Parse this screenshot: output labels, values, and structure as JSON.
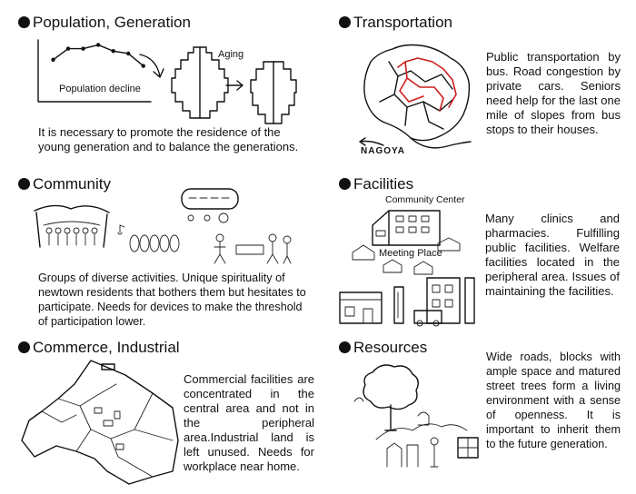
{
  "sections": {
    "population": {
      "title": "Population, Generation",
      "chart_label": "Population decline",
      "aging_label": "Aging",
      "description": "It is necessary to promote the residence of the young generation and to balance the generations."
    },
    "transportation": {
      "title": "Transportation",
      "map_label": "NAGOYA",
      "description": "Public transportation by bus. Road congestion by private cars. Seniors need help for the last one mile of slopes from bus stops to their houses."
    },
    "community": {
      "title": "Community",
      "description": "Groups of diverse activities. Unique spirituality of newtown residents that bothers them but hesitates to participate. Needs for devices to make the threshold of participation lower."
    },
    "facilities": {
      "title": "Facilities",
      "center_label": "Community Center",
      "meeting_label": "Meeting Place",
      "description": "Many clinics and pharmacies. Fulfilling public facilities. Welfare facilities located in the peripheral area. Issues of maintaining the facilities."
    },
    "commerce": {
      "title": "Commerce, Industrial",
      "description": "Commercial facilities are concentrated in the central area and not in the peripheral area.Industrial land is left unused. Needs for workplace near home."
    },
    "resources": {
      "title": "Resources",
      "description": "Wide roads, blocks with ample space and matured street trees form a living environment with a sense of openness. It is important to inherit them to the future generation."
    }
  },
  "chart_data": {
    "type": "line",
    "title": "",
    "xlabel": "",
    "ylabel": "",
    "annotation": "Population decline",
    "x": [
      1,
      2,
      3,
      4,
      5,
      6,
      7
    ],
    "values": [
      3.4,
      4.3,
      4.3,
      4.6,
      4.1,
      3.9,
      2.9
    ],
    "xlim": [
      0,
      7.5
    ],
    "ylim": [
      0,
      5
    ],
    "grid": false
  }
}
